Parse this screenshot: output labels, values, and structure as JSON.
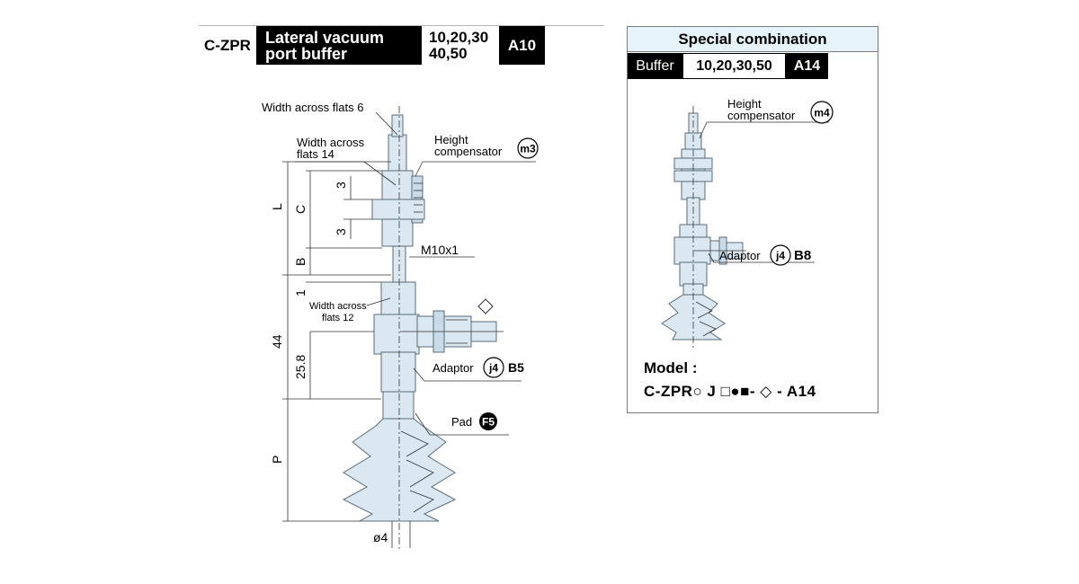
{
  "header": {
    "model": "C-ZPR",
    "title_line1": "Lateral vacuum",
    "title_line2": "port buffer",
    "sizes_line1": "10,20,30",
    "sizes_line2": "40,50",
    "code": "A10"
  },
  "left_drawing": {
    "width_across_flats_6": "Width across flats 6",
    "width_across_flats_14_l1": "Width across",
    "width_across_flats_14_l2": "flats 14",
    "height_comp_l1": "Height",
    "height_comp_l2": "compensator",
    "height_comp_badge": "m3",
    "thread": "M10x1",
    "width_across_flats_12_l1": "Width across",
    "width_across_flats_12_l2": "flats 12",
    "adaptor_label": "Adaptor",
    "adaptor_badge": "j4",
    "adaptor_code": "B5",
    "pad_label": "Pad",
    "pad_badge": "F5",
    "dim_L": "L",
    "dim_C": "C",
    "dim_B": "B",
    "dim_3a": "3",
    "dim_3b": "3",
    "dim_1": "1",
    "dim_44": "44",
    "dim_25_8": "25.8",
    "dim_P": "P",
    "dim_diameter": "ø4"
  },
  "panel": {
    "title": "Special combination",
    "buffer_label": "Buffer",
    "sizes": "10,20,30,50",
    "code": "A14",
    "height_comp_l1": "Height",
    "height_comp_l2": "compensator",
    "height_comp_badge": "m4",
    "adaptor_label": "Adaptor",
    "adaptor_badge": "j4",
    "adaptor_code": "B8",
    "model_label": "Model :",
    "model_code": "C-ZPR○ J □●■- ◇ - A14"
  },
  "colors": {
    "part_fill": "#dbe8f2",
    "part_stroke": "#5a6c78",
    "panel_title_bg": "#e7f3fb",
    "black": "#000000"
  }
}
